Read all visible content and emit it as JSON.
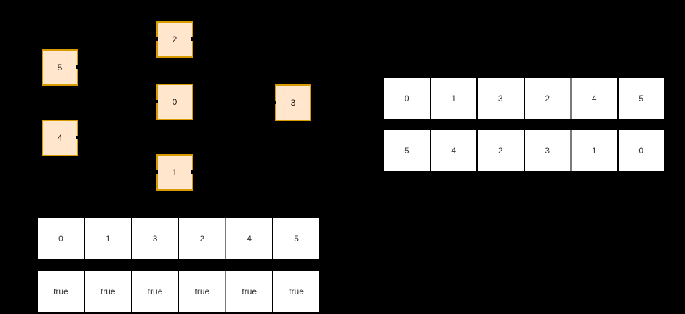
{
  "colors": {
    "background": "#000000",
    "node_fill": "#ffe6cc",
    "node_border": "#d79b00",
    "cell_fill": "#ffffff",
    "cell_border": "#000000",
    "group_divider": "#7a7a7a",
    "cell_text": "#333333"
  },
  "graph": {
    "nodes": [
      {
        "label": "5"
      },
      {
        "label": "4"
      },
      {
        "label": "2"
      },
      {
        "label": "0"
      },
      {
        "label": "1"
      },
      {
        "label": "3"
      }
    ]
  },
  "tables": {
    "right": {
      "rows": [
        [
          "0",
          "1",
          "3",
          "2",
          "4",
          "5"
        ],
        [
          "5",
          "4",
          "2",
          "3",
          "1",
          "0"
        ]
      ]
    },
    "bottom_left": {
      "rows": [
        [
          "0",
          "1",
          "3",
          "2",
          "4",
          "5"
        ],
        [
          "true",
          "true",
          "true",
          "true",
          "true",
          "true"
        ]
      ]
    }
  }
}
